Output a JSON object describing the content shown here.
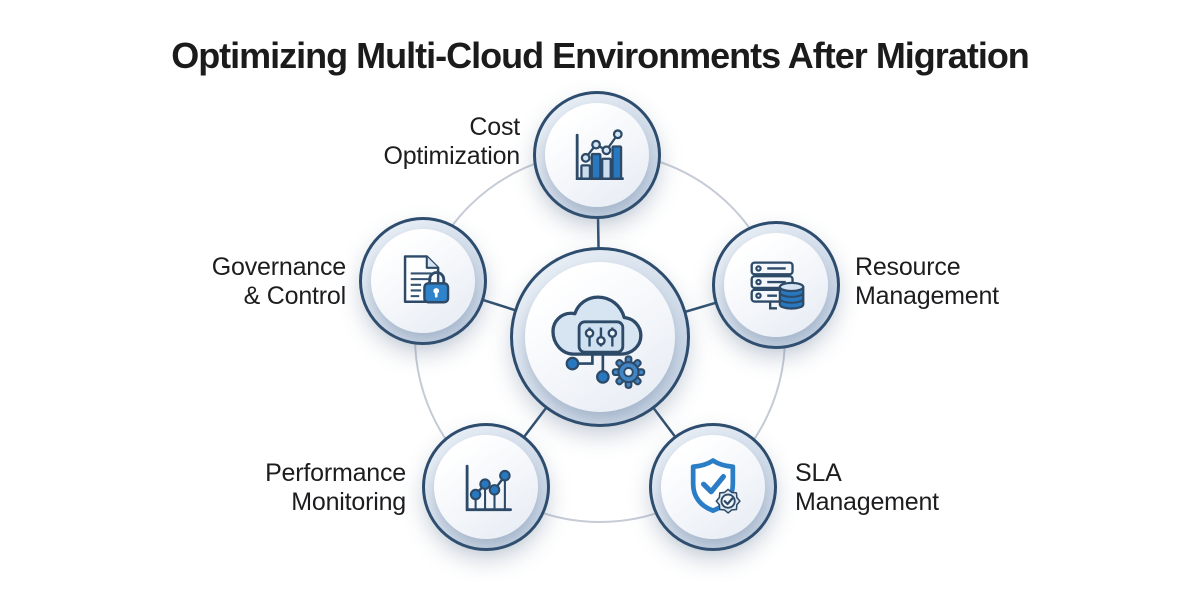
{
  "title": "Optimizing Multi-Cloud Environments After Migration",
  "center_node": {
    "id": "multi-cloud-hub",
    "icon": "cloud-settings-icon"
  },
  "nodes": [
    {
      "id": "cost-optimization",
      "icon": "bar-chart-trend-icon",
      "label": {
        "line1": "Cost",
        "line2": "Optimization"
      }
    },
    {
      "id": "resource-management",
      "icon": "server-database-icon",
      "label": {
        "line1": "Resource",
        "line2": "Management"
      }
    },
    {
      "id": "sla-management",
      "icon": "shield-check-badge-icon",
      "label": {
        "line1": "SLA",
        "line2": "Management"
      }
    },
    {
      "id": "performance-monitoring",
      "icon": "line-chart-icon",
      "label": {
        "line1": "Performance",
        "line2": "Monitoring"
      }
    },
    {
      "id": "governance-control",
      "icon": "document-lock-icon",
      "label": {
        "line1": "Governance",
        "line2": "& Control"
      }
    }
  ],
  "colors": {
    "background": "#ffffff",
    "title_text": "#1b1b1b",
    "label_text": "#1d1d1f",
    "node_border": "#2e4d6e",
    "node_ring_fill": "#cdd9e9",
    "node_inner_fill": "#f2f5f9",
    "icon_stroke": "#2d4a68",
    "icon_light_fill": "#d6e5f3",
    "accent_blue": "#2878bf",
    "shield_blue": "#2b7ec6",
    "orbit_ring": "#c6ccd5",
    "spoke_line": "#30506e"
  }
}
